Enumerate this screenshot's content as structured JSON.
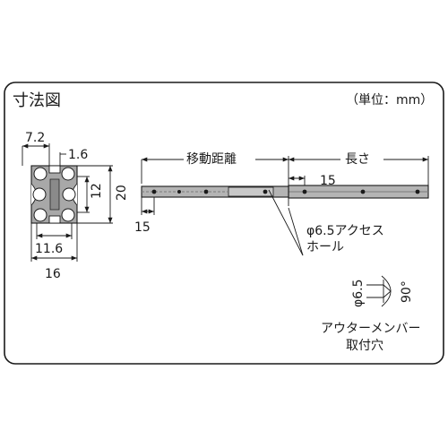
{
  "title": "寸法図",
  "unit_note": "（単位：mm）",
  "cross_section": {
    "dims": {
      "top_offset": "7.2",
      "lip": "1.6",
      "inner_height": "12",
      "outer_height": "20",
      "inner_width": "11.6",
      "outer_width": "16"
    }
  },
  "side_view": {
    "travel_label": "移動距離",
    "length_label": "長さ",
    "hole_pitch_right": "15",
    "hole_pitch_left": "15",
    "hole_note_line1": "φ6.5アクセス",
    "hole_note_line2": "ホール"
  },
  "mount_hole": {
    "diameter": "φ6.5",
    "angle": "90°",
    "caption_line1": "アウターメンバー",
    "caption_line2": "取付穴"
  },
  "colors": {
    "line": "#1a1a1a",
    "section_fill": "#a8a8a8",
    "rail_fill": "#b4b4b4",
    "rail_dark": "#7a7a7a"
  }
}
